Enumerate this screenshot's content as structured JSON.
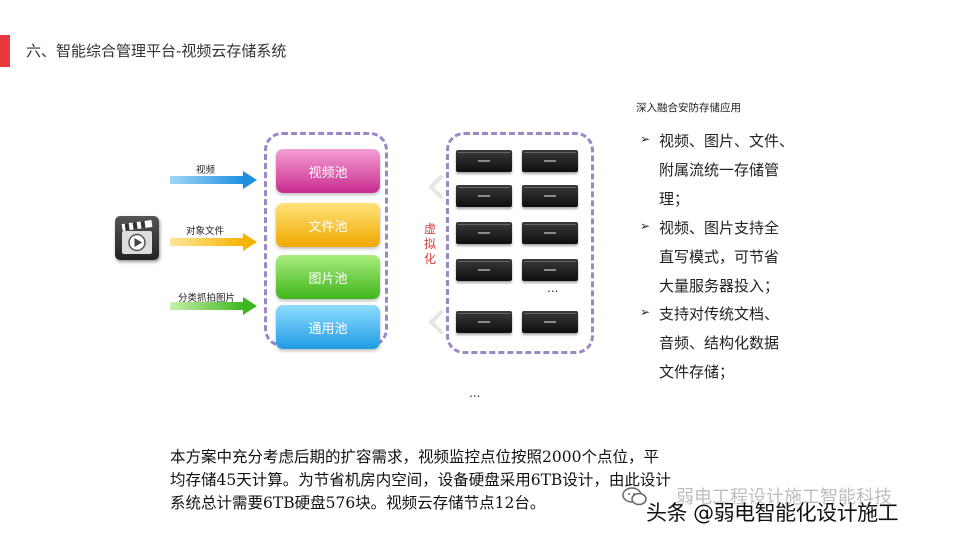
{
  "header": {
    "title": "六、智能综合管理平台-视频云存储系统",
    "accent_color": "#e8383d"
  },
  "inputs": {
    "video_label": "视频",
    "object_label": "对象文件",
    "snapshot_label": "分类抓拍图片",
    "icon": "video-clapboard-icon"
  },
  "pools": {
    "video": "视频池",
    "file": "文件池",
    "image": "图片池",
    "general": "通用池"
  },
  "virtualization": {
    "label": "虚拟化"
  },
  "servers": {
    "ellipsis_inner": "...",
    "ellipsis_bottom": "..."
  },
  "right_panel": {
    "heading": "深入融合安防存储应用",
    "marker": "➢",
    "bullets": [
      [
        "视频、图片、文件、",
        "附属流统一存储管",
        "理；"
      ],
      [
        "视频、图片支持全",
        "直写模式，可节省",
        "大量服务器投入；"
      ],
      [
        "支持对传统文档、",
        "音频、结构化数据",
        "文件存储；"
      ]
    ]
  },
  "paragraph": [
    "本方案中充分考虑后期的扩容需求，视频监控点位按照2000个点位，平",
    "均存储45天计算。为节省机房内空间，设备硬盘采用6TB设计，由此设计",
    "系统总计需要6TB硬盘576块。视频云存储节点12台。"
  ],
  "watermark": {
    "main": "头条 @弱电智能化设计施工",
    "back": "弱电工程设计施工智能科技"
  }
}
